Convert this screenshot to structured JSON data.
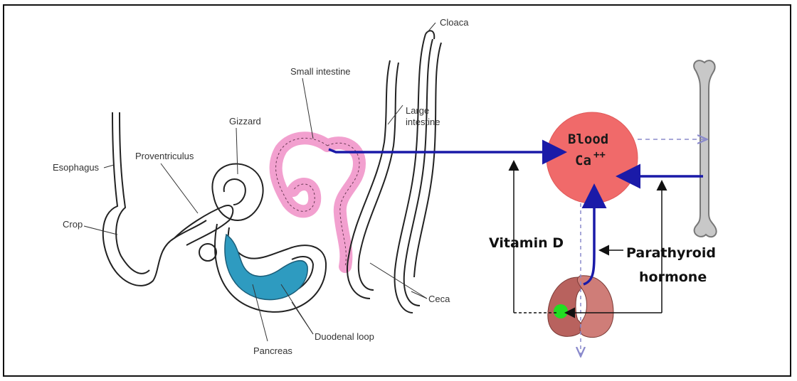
{
  "gut_labels": {
    "cloaca": "Cloaca",
    "small_intestine": "Small intestine",
    "gizzard": "Gizzard",
    "large_intestine_1": "Large",
    "large_intestine_2": "intestine",
    "esophagus": "Esophagus",
    "proventriculus": "Proventriculus",
    "crop": "Crop",
    "ceca": "Ceca",
    "pancreas": "Pancreas",
    "duodenal_loop": "Duodenal loop"
  },
  "calcium_labels": {
    "blood": "Blood",
    "ca": "Ca",
    "ca_charge": "++",
    "vitamin_d": "Vitamin D",
    "pth_1": "Parathyroid",
    "pth_2": "hormone"
  },
  "colors": {
    "blood_circle": "#f06a6a",
    "pink_intestine": "#f2a0cf",
    "pancreas_blue": "#2e9bc0",
    "arrow_blue": "#1a1aa8",
    "bone_gray": "#c8c8c8",
    "kidney_red": "#b8625e",
    "green_spot": "#22dd22"
  }
}
